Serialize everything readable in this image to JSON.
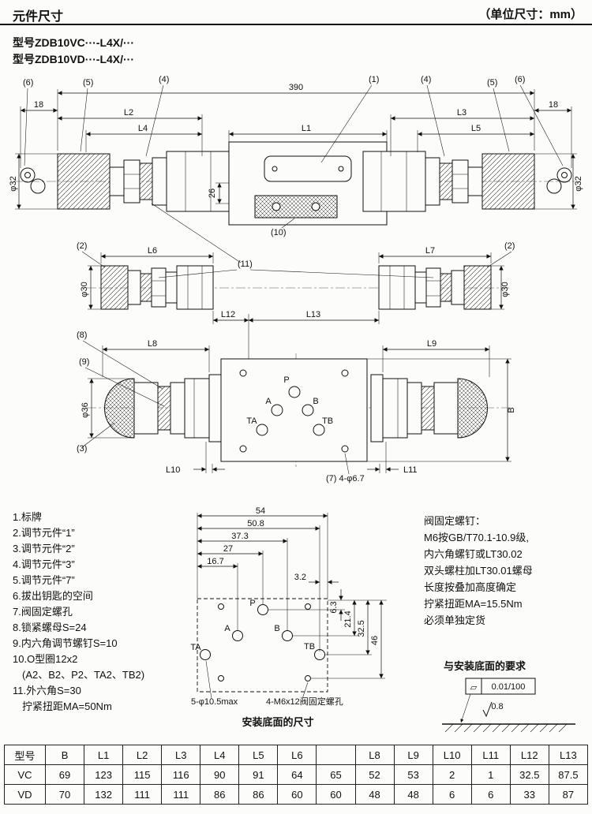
{
  "header": {
    "title": "元件尺寸",
    "unit": "（单位尺寸：mm）"
  },
  "models": {
    "line1": "型号ZDB10VC···-L4X/···",
    "line2": "型号ZDB10VD···-L4X/···"
  },
  "main_drawing": {
    "dim_390": "390",
    "dim_18_left": "18",
    "dim_18_right": "18",
    "dim_l1": "L1",
    "dim_l2": "L2",
    "dim_l3": "L3",
    "dim_l4": "L4",
    "dim_l5": "L5",
    "dim_l6": "L6",
    "dim_l7": "L7",
    "dim_l8": "L8",
    "dim_l9": "L9",
    "dim_l10": "L10",
    "dim_l11": "L11",
    "dim_l12": "L12",
    "dim_l13": "L13",
    "dim_26": "26",
    "dim_b": "B",
    "dim_phi32_left": "φ32",
    "dim_phi32_right": "φ32",
    "dim_phi30_left": "φ30",
    "dim_phi30_right": "φ30",
    "dim_phi36": "φ36",
    "callout_1": "(1)",
    "callout_2_left": "(2)",
    "callout_2_right": "(2)",
    "callout_3": "(3)",
    "callout_4_left": "(4)",
    "callout_4_right": "(4)",
    "callout_5_left": "(5)",
    "callout_5_right": "(5)",
    "callout_6_left": "(6)",
    "callout_6_right": "(6)",
    "callout_7": "(7) 4-φ6.7",
    "callout_8": "(8)",
    "callout_9": "(9)",
    "callout_10": "(10)",
    "callout_11": "(11)",
    "port_p": "P",
    "port_a": "A",
    "port_b": "B",
    "port_ta": "TA",
    "port_tb": "TB"
  },
  "notes": {
    "items": [
      "1.标牌",
      "2.调节元件“1”",
      "3.调节元件“2”",
      "4.调节元件“3”",
      "5.调节元件“7”",
      "6.拔出钥匙的空间",
      "7.阀固定螺孔",
      "8.锁紧螺母S=24",
      "9.内六角调节螺钉S=10",
      "10.O型圈12x2",
      "(A2、B2、P2、TA2、TB2)",
      "11.外六角S=30",
      "拧紧扭距MA=50Nm"
    ]
  },
  "screw_note": {
    "lines": [
      "阀固定螺钉：",
      "M6按GB/T70.1-10.9级,",
      "内六角螺钉或LT30.02",
      "双头螺柱加LT30.01螺母",
      "长度按叠加高度确定",
      "拧紧扭距MA=15.5Nm",
      "必须单独定货"
    ]
  },
  "surface_req": {
    "title": "与安装底面的要求",
    "flatness_symbol": "▱",
    "flatness": "0.01/100",
    "roughness": "0.8"
  },
  "mount": {
    "caption": "安装底面的尺寸",
    "dim_54": "54",
    "dim_50_8": "50.8",
    "dim_37_3": "37.3",
    "dim_27": "27",
    "dim_16_7": "16.7",
    "dim_3_2": "3.2",
    "dim_6_3": "6.3",
    "dim_21_4": "21.4",
    "dim_32_5": "32.5",
    "dim_46": "46",
    "port_p": "P",
    "port_a": "A",
    "port_b": "B",
    "port_ta": "TA",
    "port_tb": "TB",
    "note_holes": "5-φ10.5max",
    "note_screws": "4-M6x12阀固定螺孔"
  },
  "table": {
    "headers": [
      "型号",
      "B",
      "L1",
      "L2",
      "L3",
      "L4",
      "L5",
      "L6",
      "",
      "L8",
      "L9",
      "L10",
      "L11",
      "L12",
      "L13"
    ],
    "rows": [
      {
        "model": "VC",
        "values": [
          "69",
          "123",
          "115",
          "116",
          "90",
          "91",
          "64",
          "65",
          "52",
          "53",
          "2",
          "1",
          "32.5",
          "87.5"
        ]
      },
      {
        "model": "VD",
        "values": [
          "70",
          "132",
          "111",
          "111",
          "86",
          "86",
          "60",
          "60",
          "48",
          "48",
          "6",
          "6",
          "33",
          "87"
        ]
      }
    ]
  }
}
